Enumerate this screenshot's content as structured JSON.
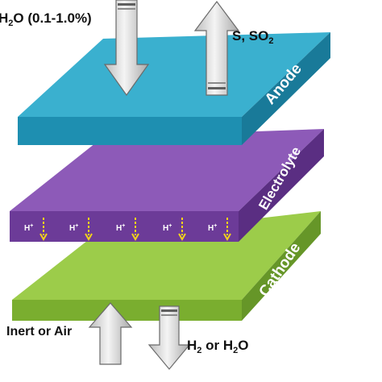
{
  "layers": {
    "anode": {
      "label": "Anode",
      "top_color": "#3ab0cf",
      "front_color": "#1e8fb1",
      "side_color": "#197a99"
    },
    "electrolyte": {
      "label": "Electrolyte",
      "top_color": "#8d5ab8",
      "front_color": "#6c3b98",
      "side_color": "#5a2e82"
    },
    "cathode": {
      "label": "Cathode",
      "top_color": "#9ccc4a",
      "front_color": "#7aae2f",
      "side_color": "#669628"
    }
  },
  "flows": {
    "anode_in": {
      "prefix": "H",
      "subscript": "2",
      "suffix": "O (0.1-1.0%)",
      "direction": "down"
    },
    "anode_out": {
      "prefix": "S, SO",
      "subscript": "2",
      "direction": "up"
    },
    "cathode_in": {
      "label": "Inert or Air",
      "direction": "up"
    },
    "cathode_out": {
      "prefix": "H",
      "subscript": "2",
      "suffix": " or H",
      "subscript2": "2",
      "suffix2": "O",
      "direction": "down"
    }
  },
  "ions": {
    "label": "H",
    "charge": "+",
    "arrow_color": "#f2d21b",
    "items": [
      "H+",
      "H+",
      "H+",
      "H+",
      "H+"
    ]
  }
}
